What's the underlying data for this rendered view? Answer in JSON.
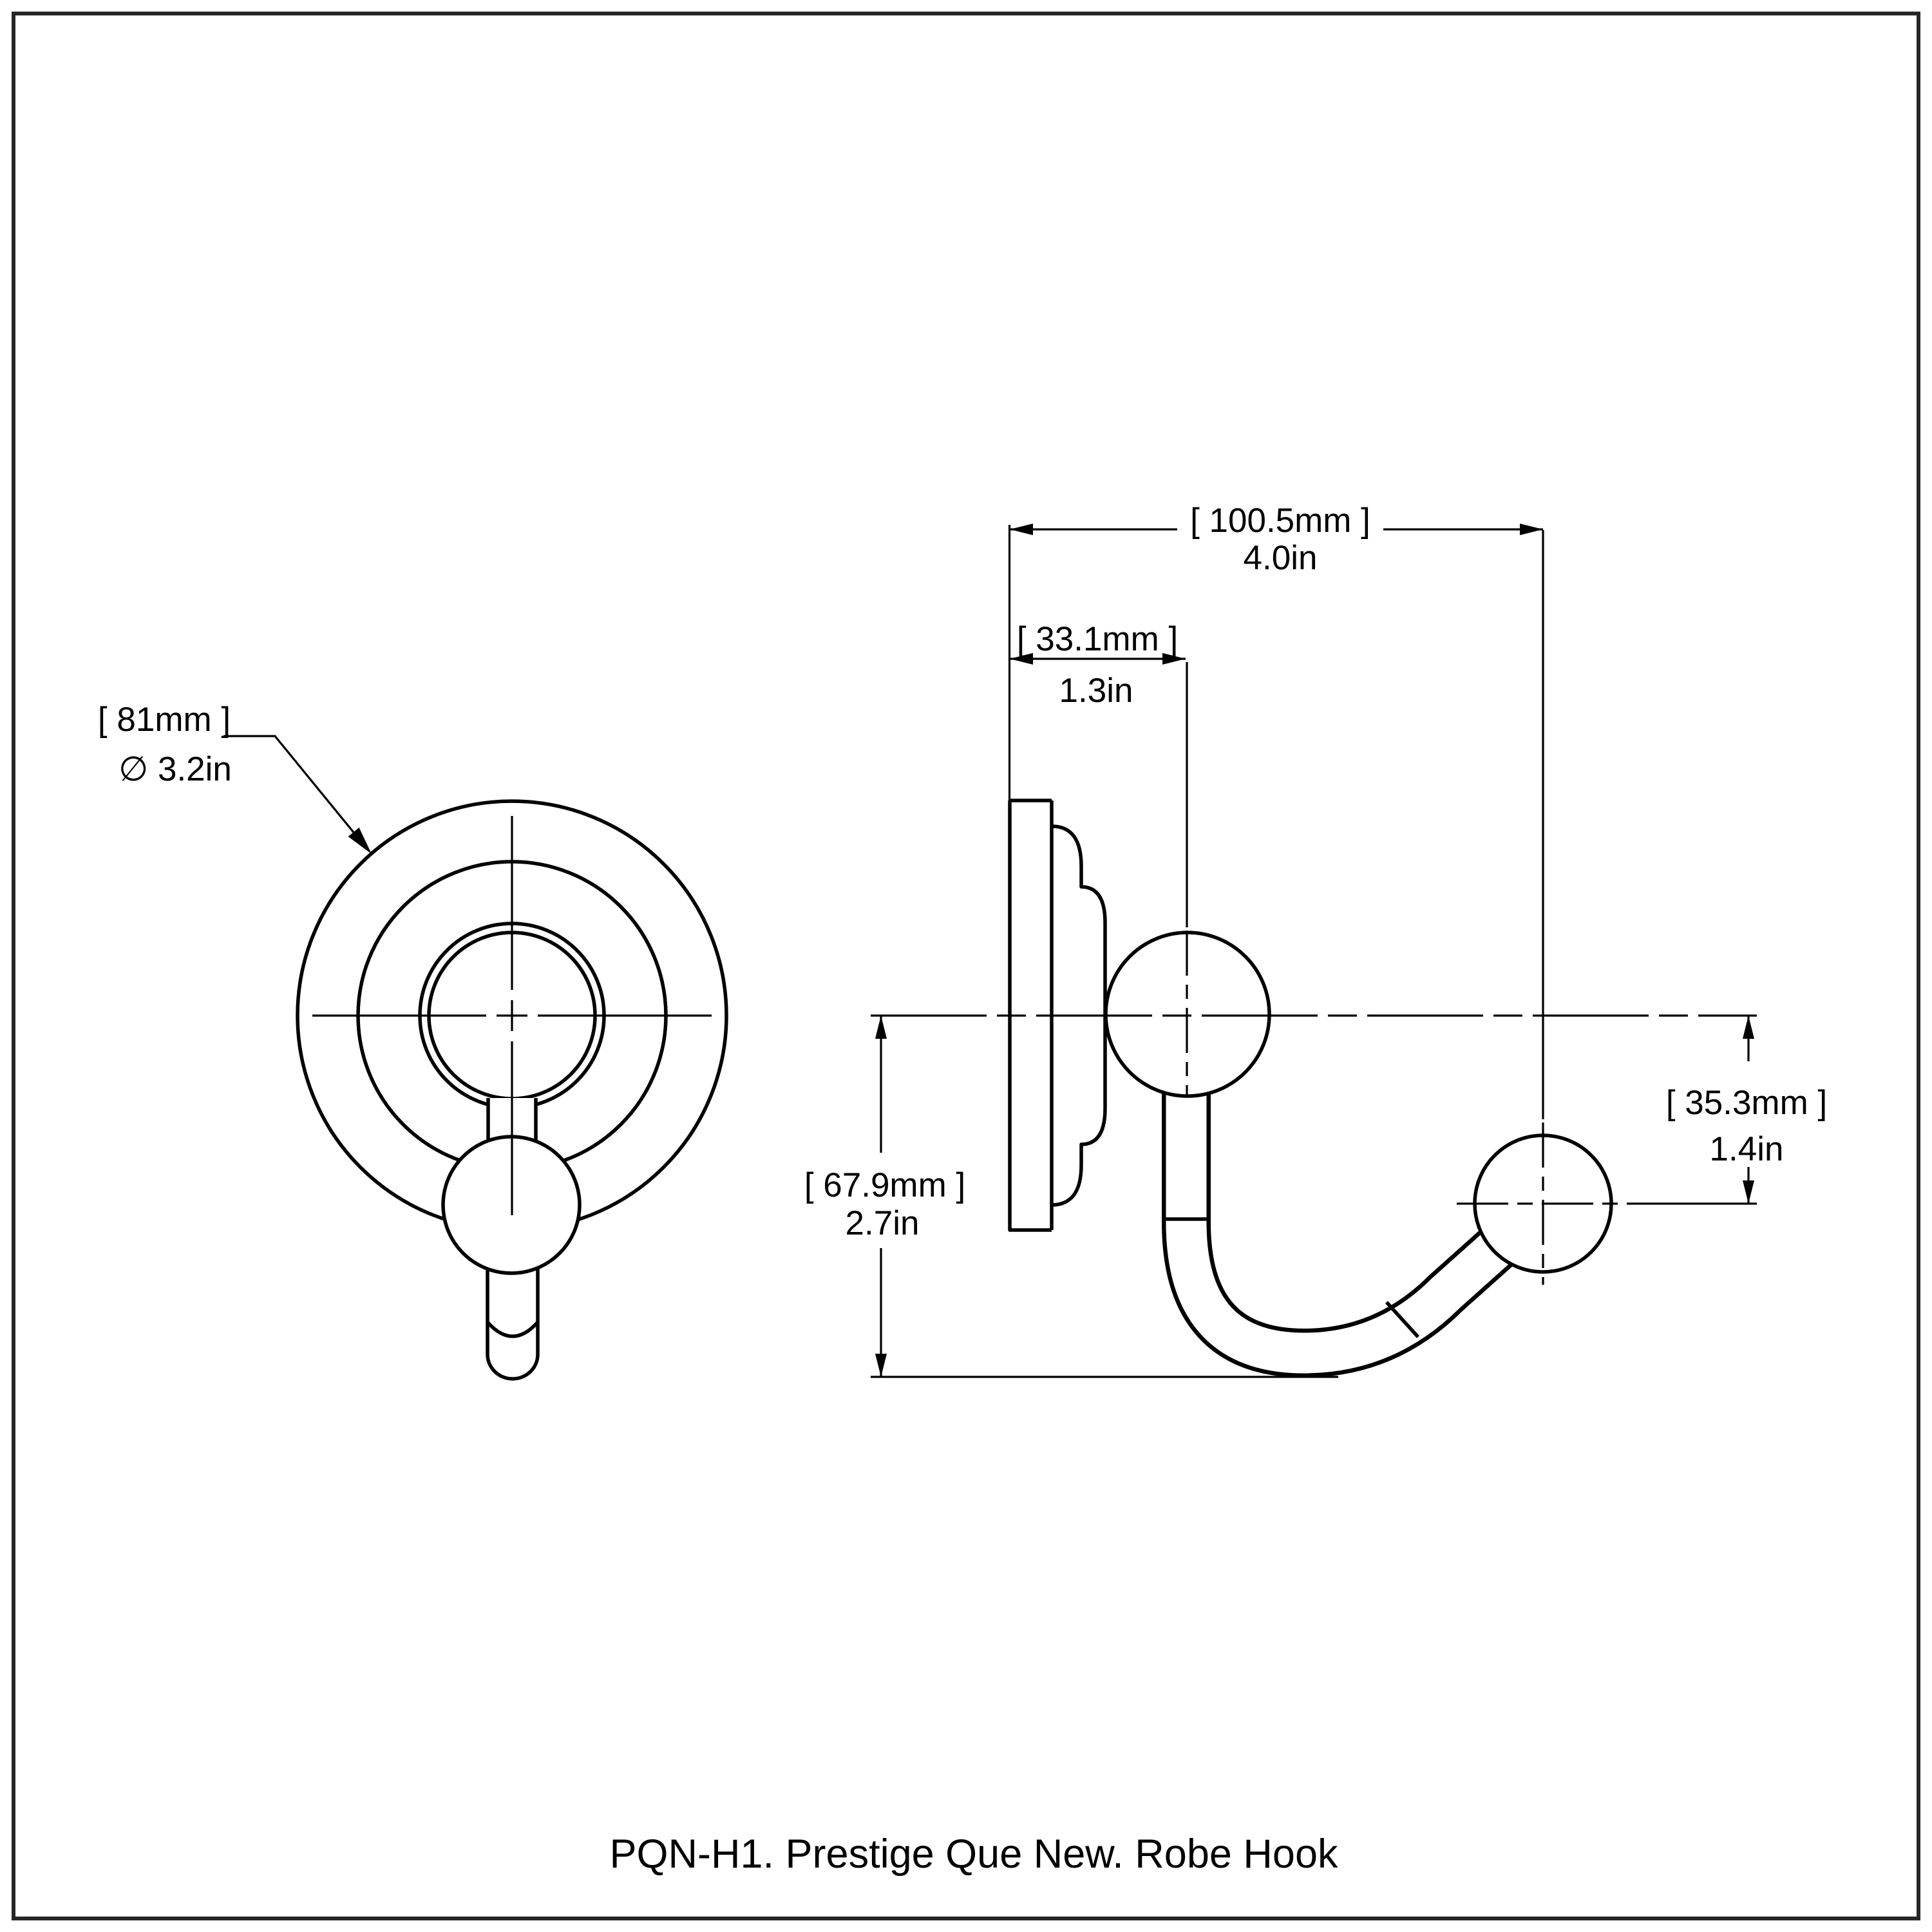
{
  "page": {
    "background": "#ffffff",
    "border_color": "#262626",
    "line_color": "#000000"
  },
  "caption": "PQN-H1. Prestige Que New. Robe Hook",
  "front_view": {
    "diameter_mm": "[ 81mm ]",
    "diameter_in": "∅ 3.2in"
  },
  "side_view": {
    "projection_mm": "[ 100.5mm ]",
    "projection_in": "4.0in",
    "offset_mm": "[ 33.1mm ]",
    "offset_in": "1.3in",
    "height_mm": "[ 67.9mm ]",
    "height_in": "2.7in",
    "drop_mm": "[ 35.3mm ]",
    "drop_in": "1.4in"
  }
}
